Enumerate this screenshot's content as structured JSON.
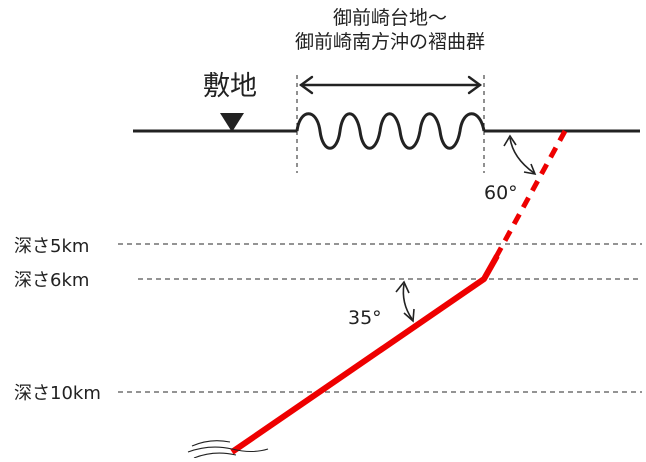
{
  "fold_zone": {
    "line1": "御前崎台地～",
    "line2": "御前崎南方沖の褶曲群"
  },
  "site_label": "敷地",
  "depth_labels": {
    "d5": "深さ5km",
    "d6": "深さ6km",
    "d10": "深さ10km"
  },
  "angle_labels": {
    "upper": "60°",
    "lower": "35°"
  },
  "colors": {
    "fault": "#ee0000",
    "line": "#222222",
    "dashed": "#555555"
  }
}
